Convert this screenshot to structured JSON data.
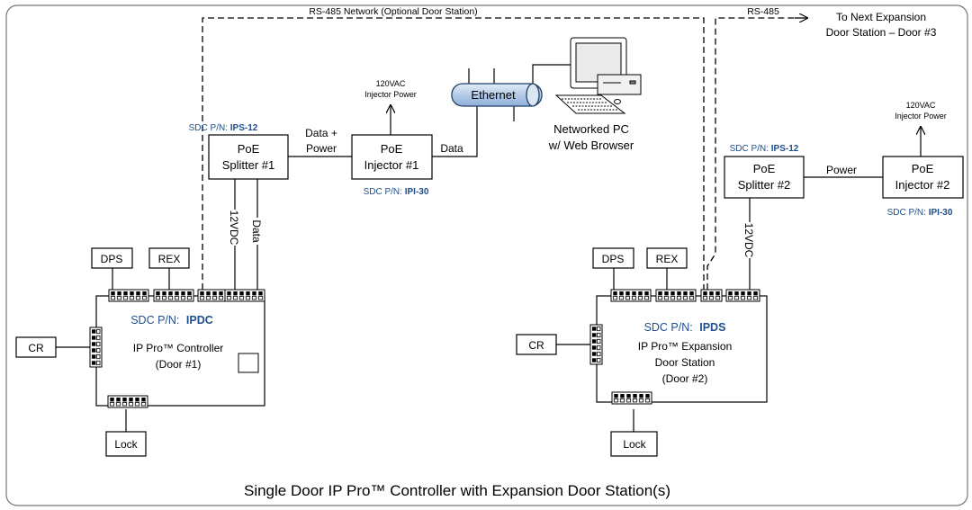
{
  "caption": "Single Door IP Pro™ Controller with Expansion Door Station(s)",
  "networks": {
    "rs485_main": "RS-485 Network (Optional Door Station)",
    "rs485_next": "RS-485",
    "next_line1": "To Next Expansion",
    "next_line2": "Door Station – Door #3"
  },
  "ethernet": {
    "label": "Ethernet"
  },
  "pc": {
    "line1": "Networked PC",
    "line2": "w/ Web Browser"
  },
  "labels": {
    "sdc_pn": "SDC P/N:",
    "data_power_1": "Data +",
    "data_power_2": "Power",
    "data": "Data",
    "power": "Power",
    "v12": "12VDC"
  },
  "injector1": {
    "line1": "PoE",
    "line2": "Injector #1",
    "pn": "IPI-30",
    "power_line1": "120VAC",
    "power_line2": "Injector Power"
  },
  "splitter1": {
    "line1": "PoE",
    "line2": "Splitter #1",
    "pn": "IPS-12"
  },
  "splitter2": {
    "line1": "PoE",
    "line2": "Splitter #2",
    "pn": "IPS-12"
  },
  "injector2": {
    "line1": "PoE",
    "line2": "Injector #2",
    "pn": "IPI-30",
    "power_line1": "120VAC",
    "power_line2": "Injector Power"
  },
  "controller": {
    "pn": "IPDC",
    "line1": "IP Pro™ Controller",
    "line2": "(Door #1)",
    "dps": "DPS",
    "rex": "REX",
    "cr": "CR",
    "lock": "Lock"
  },
  "station": {
    "pn": "IPDS",
    "line1": "IP Pro™ Expansion",
    "line2": "Door Station",
    "line3": "(Door #2)",
    "dps": "DPS",
    "rex": "REX",
    "cr": "CR",
    "lock": "Lock"
  },
  "colors": {
    "pn_blue": "#1f4e8c",
    "ethernet_fill": "#c5d7ee",
    "ethernet_stroke": "#1f3f66"
  }
}
